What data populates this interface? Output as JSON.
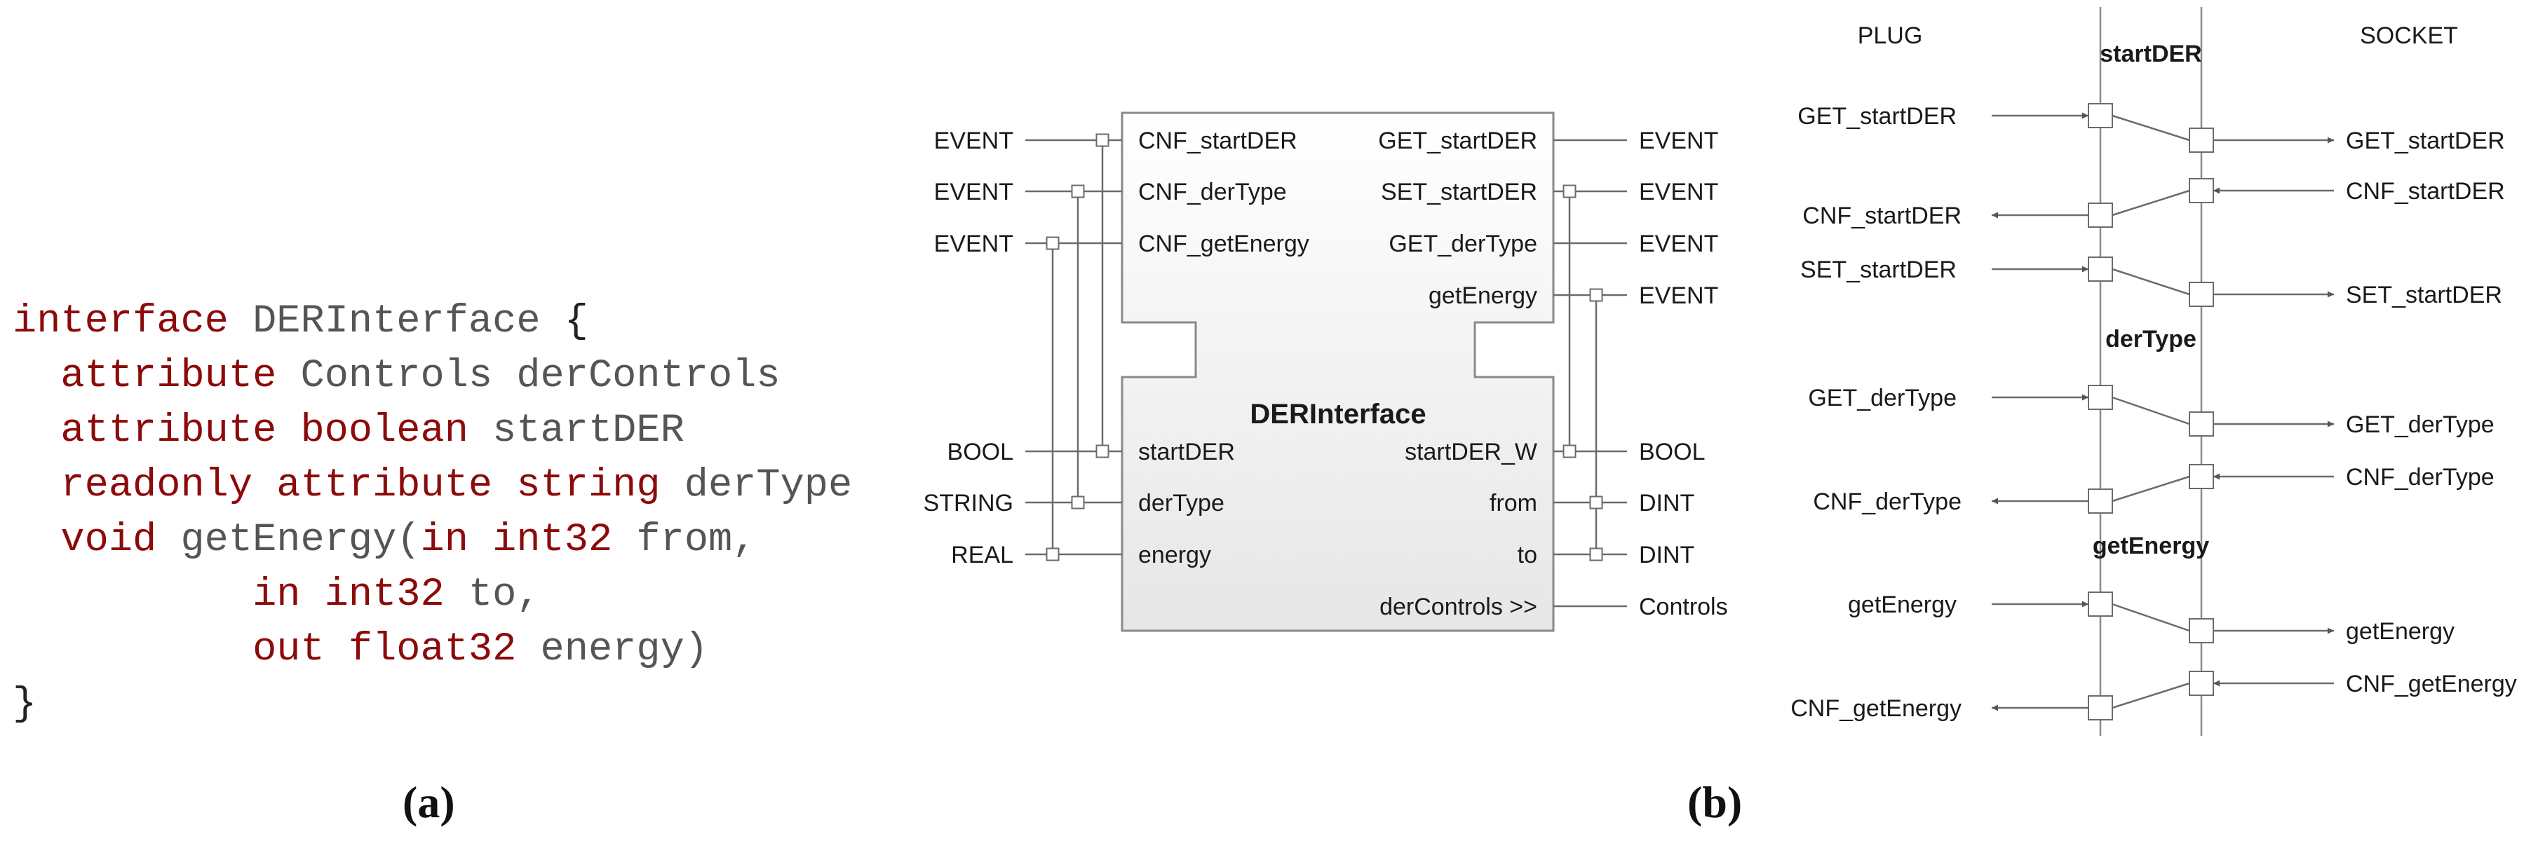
{
  "code": {
    "lines": [
      [
        [
          "kw",
          "interface"
        ],
        [
          "p",
          " "
        ],
        [
          "id",
          "DERInterface"
        ],
        [
          "p",
          " {"
        ]
      ],
      [
        [
          "p",
          "  "
        ],
        [
          "kw",
          "attribute"
        ],
        [
          "p",
          " "
        ],
        [
          "id",
          "Controls derControls"
        ]
      ],
      [
        [
          "p",
          "  "
        ],
        [
          "kw",
          "attribute boolean"
        ],
        [
          "p",
          " "
        ],
        [
          "id",
          "startDER"
        ]
      ],
      [
        [
          "p",
          "  "
        ],
        [
          "kw",
          "readonly attribute string"
        ],
        [
          "p",
          " "
        ],
        [
          "id",
          "derType"
        ]
      ],
      [
        [
          "p",
          "  "
        ],
        [
          "kw",
          "void"
        ],
        [
          "p",
          " "
        ],
        [
          "id",
          "getEnergy("
        ],
        [
          "kw",
          "in int32"
        ],
        [
          "p",
          " "
        ],
        [
          "id",
          "from,"
        ]
      ],
      [
        [
          "p",
          "          "
        ],
        [
          "kw",
          "in int32"
        ],
        [
          "p",
          " "
        ],
        [
          "id",
          "to,"
        ]
      ],
      [
        [
          "p",
          "          "
        ],
        [
          "kw",
          "out float32"
        ],
        [
          "p",
          " "
        ],
        [
          "id",
          "energy)"
        ]
      ],
      [
        [
          "p",
          "}"
        ]
      ]
    ]
  },
  "labels": {
    "a": "(a)",
    "b": "(b)"
  },
  "fb": {
    "name": "DERInterface",
    "left_events": [
      {
        "type": "EVENT",
        "name": "CNF_startDER"
      },
      {
        "type": "EVENT",
        "name": "CNF_derType"
      },
      {
        "type": "EVENT",
        "name": "CNF_getEnergy"
      }
    ],
    "right_events": [
      {
        "name": "GET_startDER",
        "type": "EVENT"
      },
      {
        "name": "SET_startDER",
        "type": "EVENT"
      },
      {
        "name": "GET_derType",
        "type": "EVENT"
      },
      {
        "name": "getEnergy",
        "type": "EVENT"
      }
    ],
    "left_data": [
      {
        "type": "BOOL",
        "name": "startDER"
      },
      {
        "type": "STRING",
        "name": "derType"
      },
      {
        "type": "REAL",
        "name": "energy"
      }
    ],
    "right_data": [
      {
        "name": "startDER_W",
        "type": "BOOL"
      },
      {
        "name": "from",
        "type": "DINT"
      },
      {
        "name": "to",
        "type": "DINT"
      },
      {
        "name": "derControls >>",
        "type": "Controls"
      }
    ]
  },
  "seq": {
    "plug_label": "PLUG",
    "socket_label": "SOCKET",
    "groups": [
      {
        "title": "startDER",
        "messages": [
          {
            "label": "GET_startDER",
            "direction": "plug_to_socket"
          },
          {
            "label": "CNF_startDER",
            "direction": "socket_to_plug"
          },
          {
            "label": "SET_startDER",
            "direction": "plug_to_socket"
          }
        ]
      },
      {
        "title": "derType",
        "messages": [
          {
            "label": "GET_derType",
            "direction": "plug_to_socket"
          },
          {
            "label": "CNF_derType",
            "direction": "socket_to_plug"
          }
        ]
      },
      {
        "title": "getEnergy",
        "messages": [
          {
            "label": "getEnergy",
            "direction": "plug_to_socket"
          },
          {
            "label": "CNF_getEnergy",
            "direction": "socket_to_plug"
          }
        ]
      }
    ]
  }
}
